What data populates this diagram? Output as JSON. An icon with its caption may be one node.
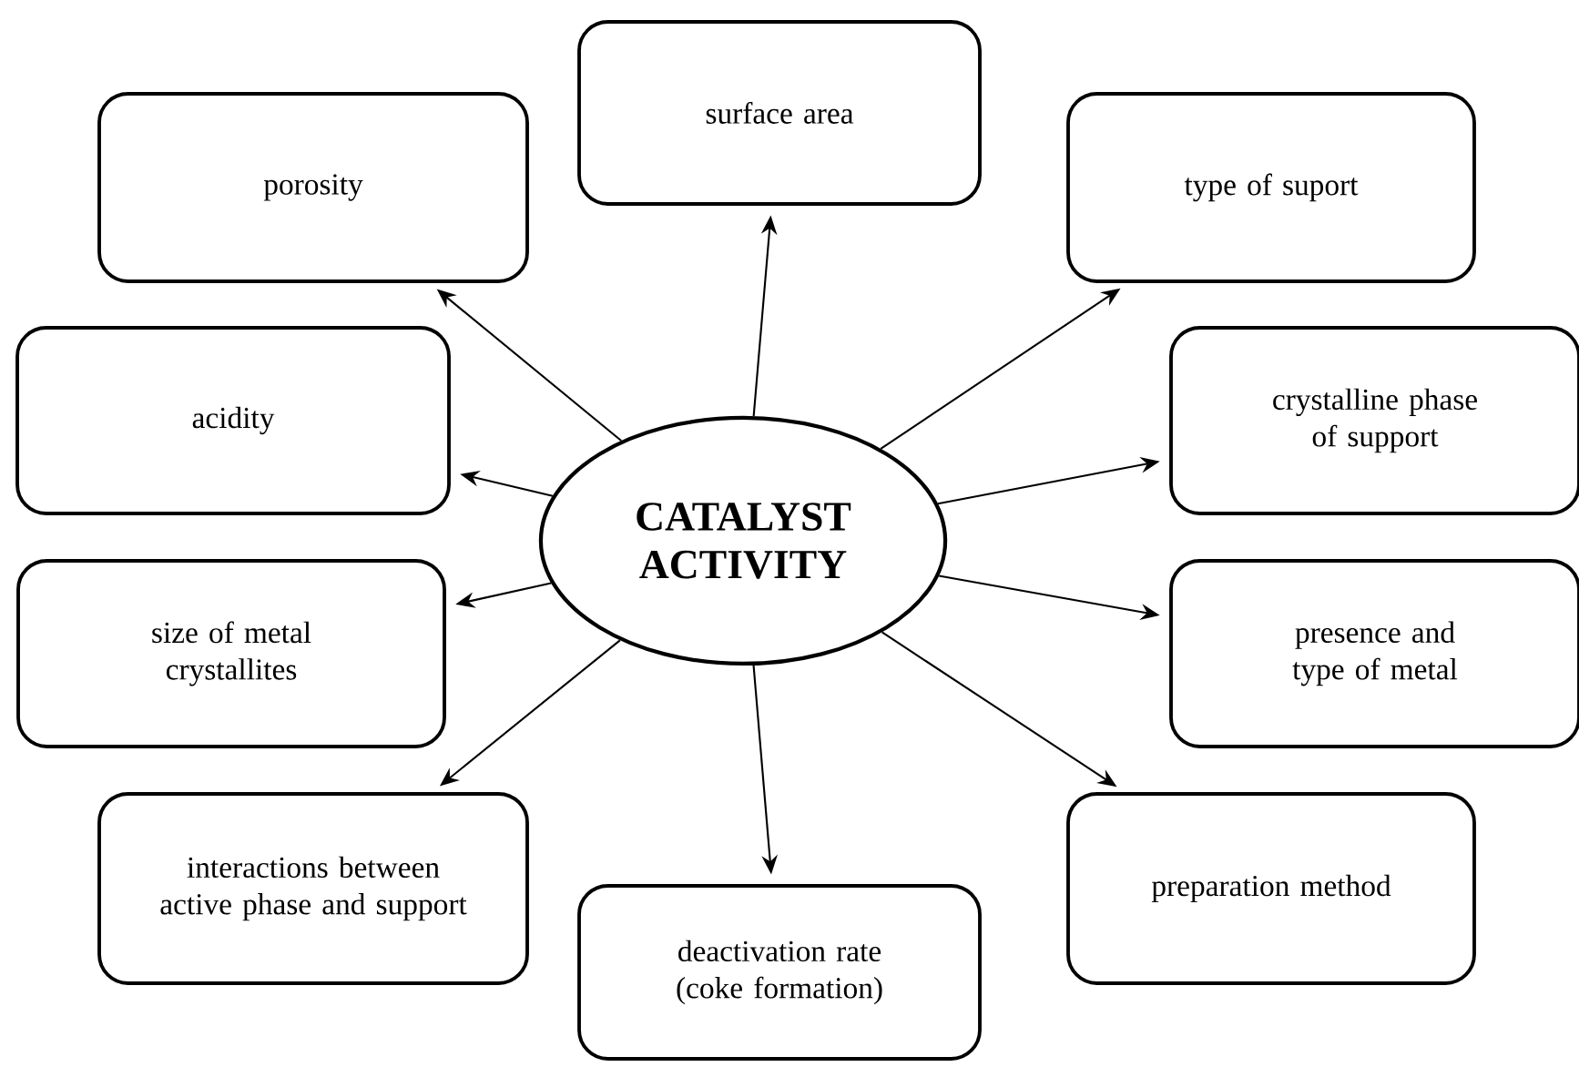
{
  "diagram": {
    "nodes": [
      {
        "text": [
          "CATALYST ACTIVITY"
        ]
      },
      {
        "text": [
          "surface area"
        ]
      },
      {
        "text": [
          "porosity"
        ]
      },
      {
        "text": [
          "type of suport"
        ]
      },
      {
        "text": [
          "acidity"
        ]
      },
      {
        "text": [
          "crystalline phase of support"
        ]
      },
      {
        "text": [
          "size of metal crystallites"
        ]
      },
      {
        "text": [
          "presence and type of metal"
        ]
      },
      {
        "text": [
          "interactions between active phase and support"
        ]
      },
      {
        "text": [
          "deactivation rate (coke formation)"
        ]
      },
      {
        "text": [
          "preparation method"
        ]
      }
    ],
    "edges": [
      {
        "from": 0,
        "to": 1,
        "arrow": "to"
      },
      {
        "from": 0,
        "to": 2,
        "arrow": "to"
      },
      {
        "from": 0,
        "to": 3,
        "arrow": "to"
      },
      {
        "from": 0,
        "to": 4,
        "arrow": "to"
      },
      {
        "from": 0,
        "to": 5,
        "arrow": "to"
      },
      {
        "from": 0,
        "to": 6,
        "arrow": "to"
      },
      {
        "from": 0,
        "to": 7,
        "arrow": "to"
      },
      {
        "from": 0,
        "to": 8,
        "arrow": "to"
      },
      {
        "from": 0,
        "to": 9,
        "arrow": "to"
      },
      {
        "from": 0,
        "to": 10,
        "arrow": "to"
      }
    ]
  }
}
